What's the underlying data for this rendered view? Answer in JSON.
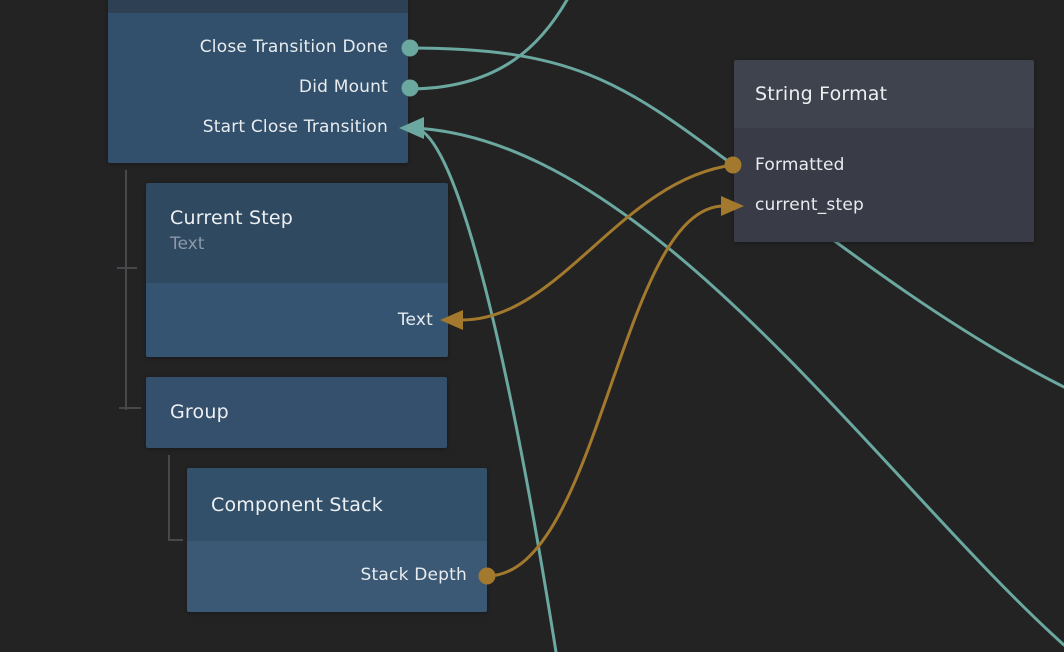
{
  "colors": {
    "background": "#232323",
    "wire_signal": "#6AA8A0",
    "wire_data": "#A2792D",
    "tree_line": "#46484B",
    "title_text": "#EDF0F2",
    "port_text": "#E8ECEF",
    "subtitle_text": "#8C98A5",
    "node1_header": "#2D4054",
    "node1_body": "#32506B",
    "blue_header": "#2F4961",
    "blue_body": "#355471",
    "group_body": "#35506C",
    "cs_header": "#33506A",
    "cs_body": "#3B5875",
    "gray_header": "#3F434D",
    "gray_body": "#393C46"
  },
  "nodes": [
    {
      "name": "root-node",
      "ports": [
        {
          "label": "Close Transition Done",
          "kind": "signal-output"
        },
        {
          "label": "Did Mount",
          "kind": "signal-output"
        },
        {
          "label": "Start Close Transition",
          "kind": "signal-input"
        }
      ]
    },
    {
      "name": "current-step",
      "title": "Current Step",
      "subtitle": "Text",
      "ports": [
        {
          "label": "Text",
          "kind": "data-input"
        }
      ]
    },
    {
      "name": "group",
      "title": "Group",
      "ports": []
    },
    {
      "name": "component-stack",
      "title": "Component Stack",
      "ports": [
        {
          "label": "Stack Depth",
          "kind": "data-output"
        }
      ]
    },
    {
      "name": "string-format",
      "title": "String Format",
      "ports": [
        {
          "label": "Formatted",
          "kind": "data-output"
        },
        {
          "label": "current_step",
          "kind": "data-input"
        }
      ]
    }
  ]
}
